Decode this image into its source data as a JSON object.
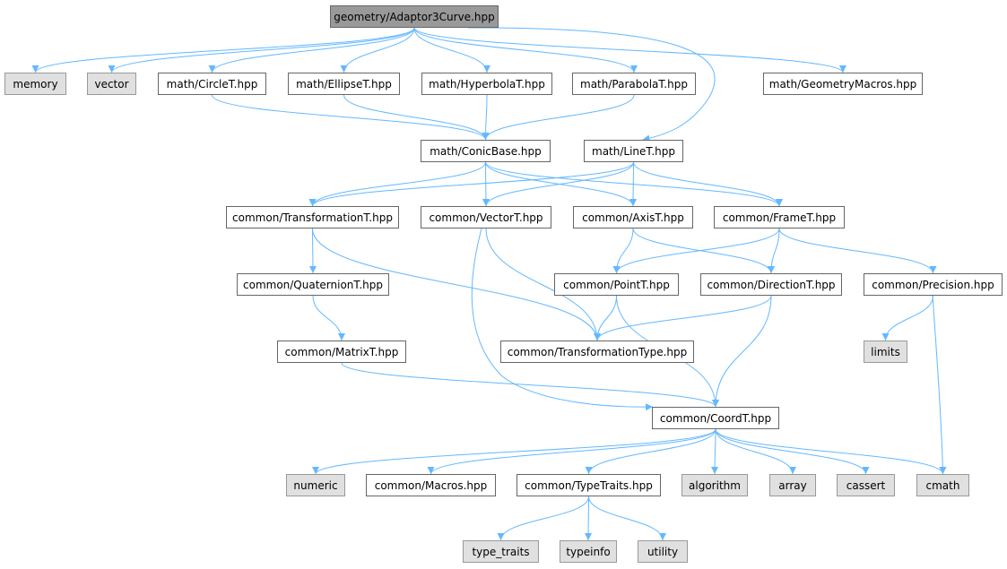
{
  "colors": {
    "edge": "#63b8ff",
    "node_border": "#666666",
    "system_fill": "#e0e0e0",
    "root_fill": "#999999"
  },
  "nodes": [
    {
      "id": "root",
      "label": "geometry/Adaptor3Curve.hpp",
      "kind": "root"
    },
    {
      "id": "memory",
      "label": "memory",
      "kind": "sys"
    },
    {
      "id": "vector",
      "label": "vector",
      "kind": "sys"
    },
    {
      "id": "circle",
      "label": "math/CircleT.hpp",
      "kind": "file"
    },
    {
      "id": "ellipse",
      "label": "math/EllipseT.hpp",
      "kind": "file"
    },
    {
      "id": "hyperbola",
      "label": "math/HyperbolaT.hpp",
      "kind": "file"
    },
    {
      "id": "parabola",
      "label": "math/ParabolaT.hpp",
      "kind": "file"
    },
    {
      "id": "geommacros",
      "label": "math/GeometryMacros.hpp",
      "kind": "file"
    },
    {
      "id": "conic",
      "label": "math/ConicBase.hpp",
      "kind": "file"
    },
    {
      "id": "line",
      "label": "math/LineT.hpp",
      "kind": "file"
    },
    {
      "id": "transformation",
      "label": "common/TransformationT.hpp",
      "kind": "file"
    },
    {
      "id": "vectorT",
      "label": "common/VectorT.hpp",
      "kind": "file"
    },
    {
      "id": "axis",
      "label": "common/AxisT.hpp",
      "kind": "file"
    },
    {
      "id": "frame",
      "label": "common/FrameT.hpp",
      "kind": "file"
    },
    {
      "id": "quaternion",
      "label": "common/QuaternionT.hpp",
      "kind": "file"
    },
    {
      "id": "point",
      "label": "common/PointT.hpp",
      "kind": "file"
    },
    {
      "id": "direction",
      "label": "common/DirectionT.hpp",
      "kind": "file"
    },
    {
      "id": "precision",
      "label": "common/Precision.hpp",
      "kind": "file"
    },
    {
      "id": "matrix",
      "label": "common/MatrixT.hpp",
      "kind": "file"
    },
    {
      "id": "transtype",
      "label": "common/TransformationType.hpp",
      "kind": "file"
    },
    {
      "id": "limits",
      "label": "limits",
      "kind": "sys"
    },
    {
      "id": "coord",
      "label": "common/CoordT.hpp",
      "kind": "file"
    },
    {
      "id": "numeric",
      "label": "numeric",
      "kind": "sys"
    },
    {
      "id": "macros",
      "label": "common/Macros.hpp",
      "kind": "file"
    },
    {
      "id": "typetraits",
      "label": "common/TypeTraits.hpp",
      "kind": "file"
    },
    {
      "id": "algorithm",
      "label": "algorithm",
      "kind": "sys"
    },
    {
      "id": "array",
      "label": "array",
      "kind": "sys"
    },
    {
      "id": "cassert",
      "label": "cassert",
      "kind": "sys"
    },
    {
      "id": "cmath",
      "label": "cmath",
      "kind": "sys"
    },
    {
      "id": "type_traits",
      "label": "type_traits",
      "kind": "sys"
    },
    {
      "id": "typeinfo",
      "label": "typeinfo",
      "kind": "sys"
    },
    {
      "id": "utility",
      "label": "utility",
      "kind": "sys"
    }
  ],
  "edges": [
    [
      "root",
      "memory"
    ],
    [
      "root",
      "vector"
    ],
    [
      "root",
      "circle"
    ],
    [
      "root",
      "ellipse"
    ],
    [
      "root",
      "hyperbola"
    ],
    [
      "root",
      "parabola"
    ],
    [
      "root",
      "geommacros"
    ],
    [
      "root",
      "line"
    ],
    [
      "circle",
      "conic"
    ],
    [
      "ellipse",
      "conic"
    ],
    [
      "hyperbola",
      "conic"
    ],
    [
      "parabola",
      "conic"
    ],
    [
      "conic",
      "transformation"
    ],
    [
      "conic",
      "vectorT"
    ],
    [
      "conic",
      "axis"
    ],
    [
      "conic",
      "frame"
    ],
    [
      "line",
      "transformation"
    ],
    [
      "line",
      "vectorT"
    ],
    [
      "line",
      "axis"
    ],
    [
      "line",
      "frame"
    ],
    [
      "transformation",
      "quaternion"
    ],
    [
      "transformation",
      "transtype"
    ],
    [
      "vectorT",
      "transtype"
    ],
    [
      "vectorT",
      "coord"
    ],
    [
      "axis",
      "point"
    ],
    [
      "axis",
      "direction"
    ],
    [
      "frame",
      "point"
    ],
    [
      "frame",
      "direction"
    ],
    [
      "frame",
      "precision"
    ],
    [
      "quaternion",
      "matrix"
    ],
    [
      "matrix",
      "coord"
    ],
    [
      "point",
      "transtype"
    ],
    [
      "point",
      "coord"
    ],
    [
      "direction",
      "transtype"
    ],
    [
      "direction",
      "coord"
    ],
    [
      "precision",
      "limits"
    ],
    [
      "precision",
      "cmath"
    ],
    [
      "coord",
      "numeric"
    ],
    [
      "coord",
      "macros"
    ],
    [
      "coord",
      "typetraits"
    ],
    [
      "coord",
      "algorithm"
    ],
    [
      "coord",
      "array"
    ],
    [
      "coord",
      "cassert"
    ],
    [
      "coord",
      "cmath"
    ],
    [
      "typetraits",
      "type_traits"
    ],
    [
      "typetraits",
      "typeinfo"
    ],
    [
      "typetraits",
      "utility"
    ]
  ]
}
